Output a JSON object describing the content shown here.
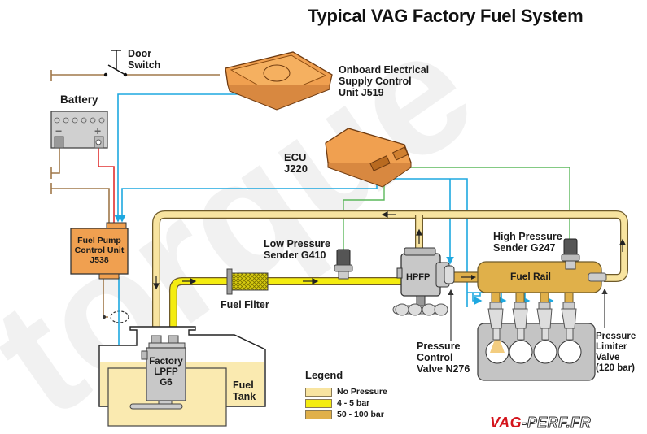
{
  "title": "Typical VAG Factory Fuel System",
  "components": {
    "door_switch": "Door\nSwitch",
    "battery": "Battery",
    "battery_minus": "−",
    "battery_plus": "+",
    "j519": "Onboard Electrical\nSupply Control\nUnit J519",
    "ecu": "ECU\nJ220",
    "j538": "Fuel Pump\nControl Unit\nJ538",
    "low_pressure_sender": "Low Pressure\nSender G410",
    "fuel_filter": "Fuel Filter",
    "hpfp": "HPFP",
    "high_pressure_sender": "High Pressure\nSender G247",
    "fuel_rail": "Fuel Rail",
    "pressure_control_valve": "Pressure\nControl\nValve N276",
    "pressure_limiter_valve": "Pressure\nLimiter\nValve\n(120 bar)",
    "lpfp": "Factory\nLPFP\nG6",
    "fuel_tank": "Fuel\nTank"
  },
  "legend": {
    "title": "Legend",
    "items": [
      {
        "label": "No Pressure",
        "color": "#f8e4a0"
      },
      {
        "label": "4 - 5 bar",
        "color": "#f4ec10"
      },
      {
        "label": "50 - 100 bar",
        "color": "#e0b04a"
      }
    ]
  },
  "colors": {
    "no_pressure": "#f8e4a0",
    "low_pressure": "#f4ec10",
    "high_pressure": "#e0b04a",
    "signal_blue": "#1ea8e0",
    "signal_green": "#5cb85c",
    "power_red": "#e03030",
    "ground_brown": "#a0784a",
    "module_orange": "#f0a050",
    "metal_grey": "#c8c8c8",
    "tank_fill": "#faeab0"
  },
  "watermark": "torque",
  "logo": {
    "part1": "VAG",
    "part2": "-PERF.FR"
  }
}
